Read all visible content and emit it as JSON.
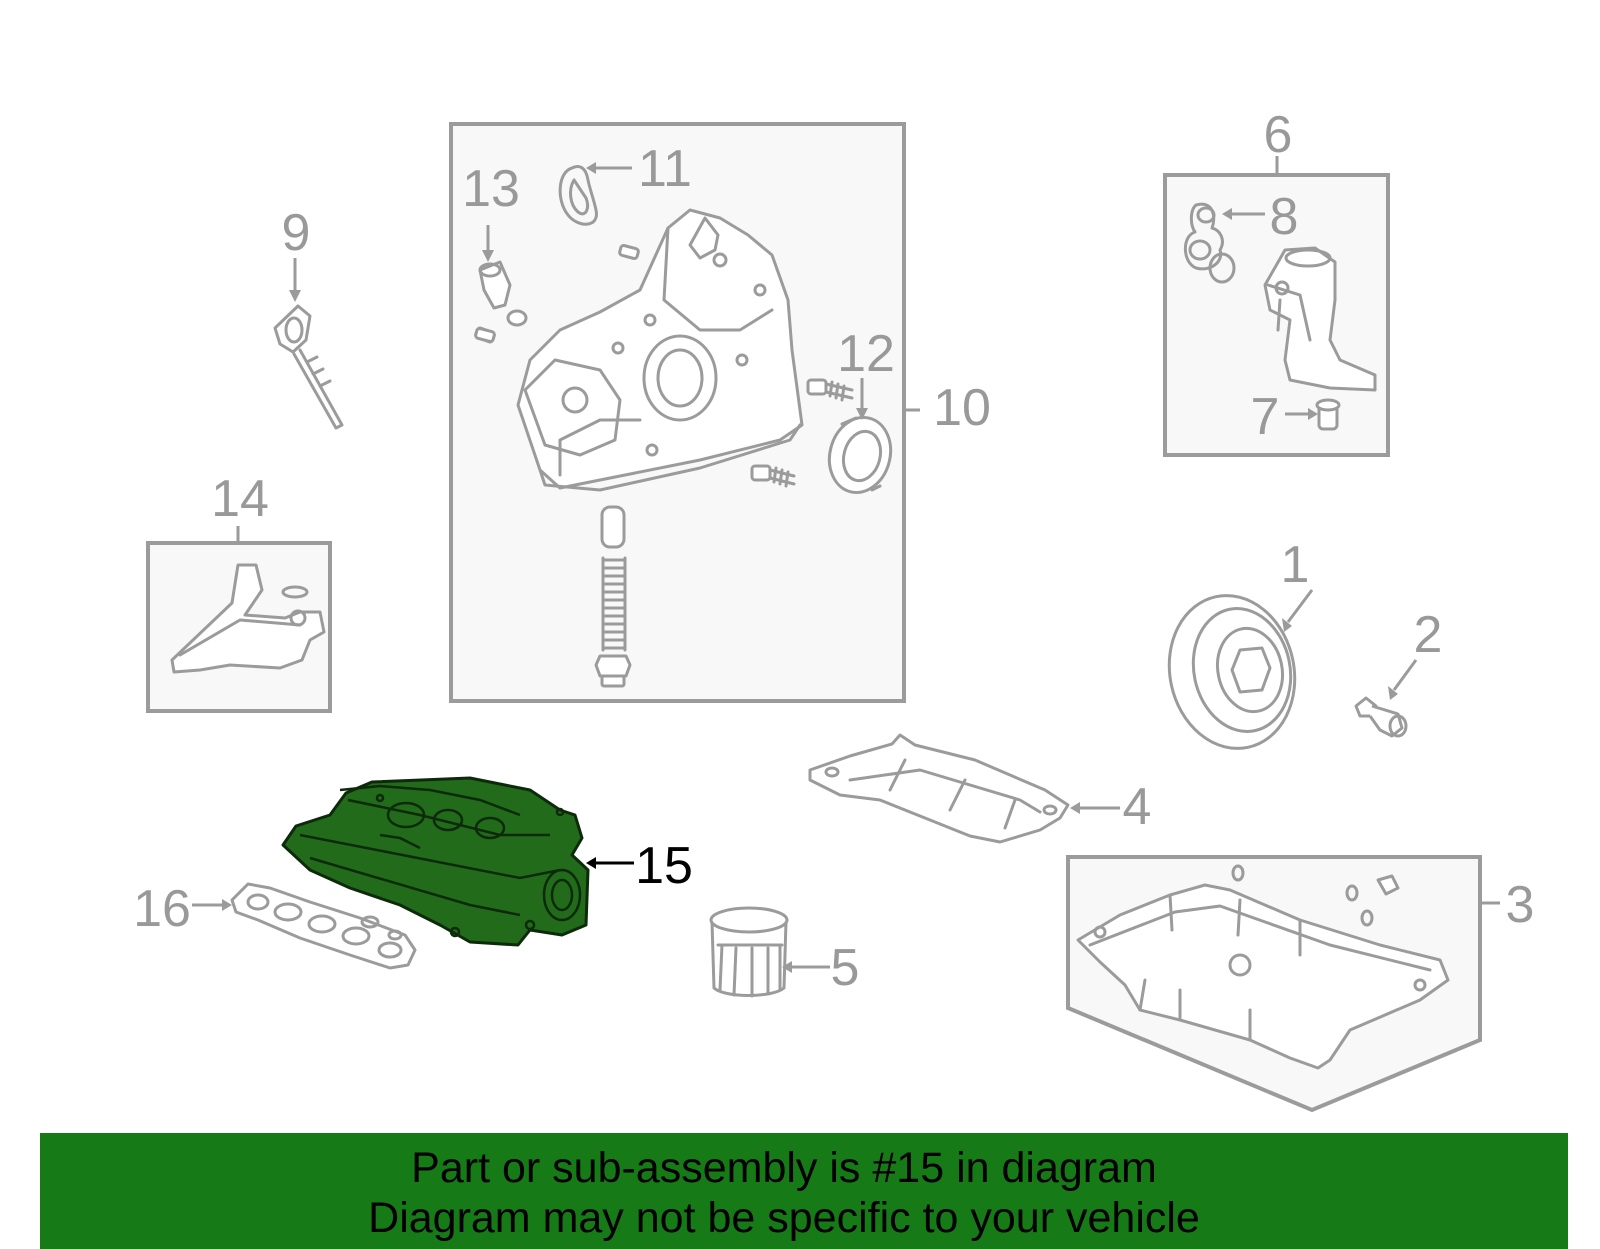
{
  "callouts": {
    "c1": "1",
    "c2": "2",
    "c3": "3",
    "c4": "4",
    "c5": "5",
    "c6": "6",
    "c7": "7",
    "c8": "8",
    "c9": "9",
    "c10": "10",
    "c11": "11",
    "c12": "12",
    "c13": "13",
    "c14": "14",
    "c15": "15",
    "c16": "16"
  },
  "highlighted_part": "15",
  "colors": {
    "highlight": "#216b1b",
    "banner": "#167b16",
    "line": "#9b9b9b"
  },
  "footer": {
    "line1": "Part or sub-assembly is #15 in diagram",
    "line2": "Diagram may not be specific to your vehicle"
  }
}
